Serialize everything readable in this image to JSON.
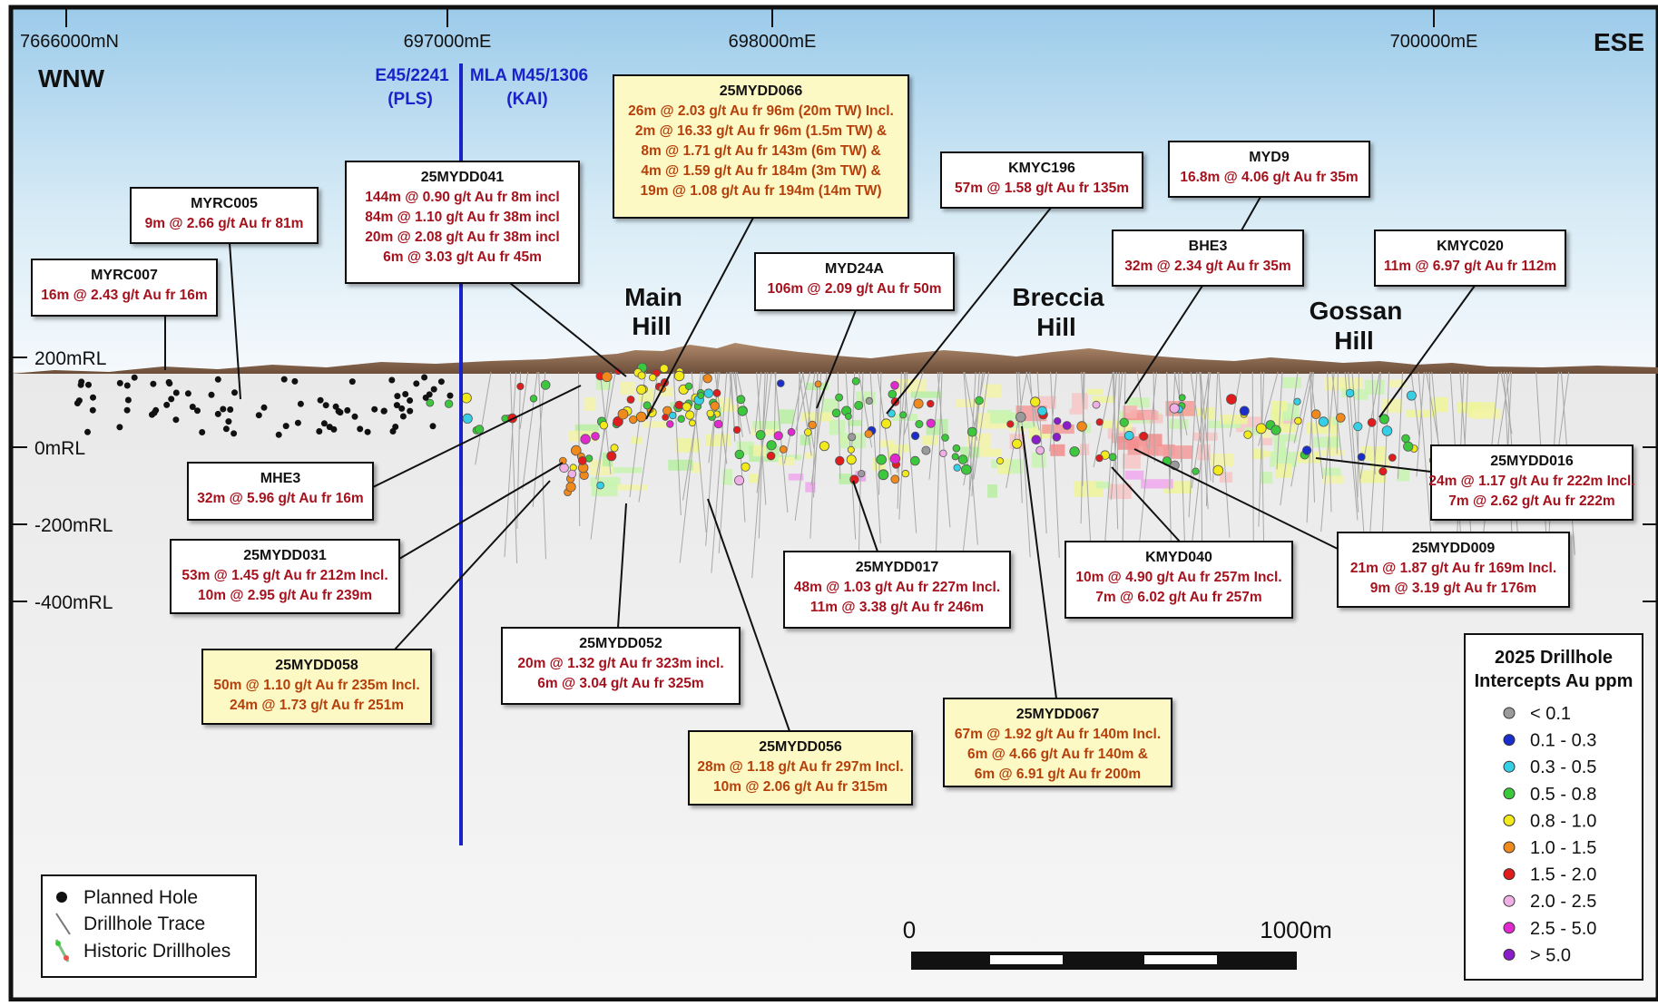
{
  "header": {
    "left_direction": "WNW",
    "right_direction": "ESE",
    "northing_label": "7666000mN",
    "easting_labels": [
      "697000mE",
      "698000mE",
      "700000mE"
    ]
  },
  "elevations": [
    "200mRL",
    "0mRL",
    "-200mRL",
    "-400mRL"
  ],
  "tenement": {
    "left_code": "E45/2241",
    "left_owner": "(PLS)",
    "right_code": "MLA M45/1306",
    "right_owner": "(KAI)"
  },
  "hills": [
    {
      "line1": "Main",
      "line2": "Hill"
    },
    {
      "line1": "Breccia",
      "line2": "Hill"
    },
    {
      "line1": "Gossan",
      "line2": "Hill"
    }
  ],
  "callouts": [
    {
      "title": "MYRC007",
      "highlight": false,
      "lines": [
        "16m @ 2.43 g/t Au fr 16m"
      ]
    },
    {
      "title": "MYRC005",
      "highlight": false,
      "lines": [
        "9m @ 2.66 g/t Au fr 81m"
      ]
    },
    {
      "title": "25MYDD041",
      "highlight": false,
      "lines": [
        "144m @ 0.90 g/t Au fr 8m incl",
        "84m @ 1.10 g/t Au fr 38m incl",
        "20m @ 2.08 g/t Au fr 38m incl",
        "6m @ 3.03 g/t Au fr 45m"
      ]
    },
    {
      "title": "25MYDD066",
      "highlight": true,
      "lines": [
        "26m @ 2.03 g/t Au fr 96m (20m TW) Incl.",
        "2m @ 16.33 g/t Au fr 96m (1.5m TW) &",
        "8m @ 1.71 g/t Au fr 143m (6m TW) &",
        "4m @ 1.59 g/t Au fr 184m (3m TW) &",
        "19m @ 1.08 g/t Au fr 194m (14m TW)"
      ]
    },
    {
      "title": "MYD24A",
      "highlight": false,
      "lines": [
        "106m @ 2.09 g/t Au fr 50m"
      ]
    },
    {
      "title": "KMYC196",
      "highlight": false,
      "lines": [
        "57m @ 1.58 g/t Au fr 135m"
      ]
    },
    {
      "title": "MYD9",
      "highlight": false,
      "lines": [
        "16.8m @ 4.06 g/t Au fr 35m"
      ]
    },
    {
      "title": "BHE3",
      "highlight": false,
      "lines": [
        "32m @ 2.34 g/t Au fr 35m"
      ]
    },
    {
      "title": "KMYC020",
      "highlight": false,
      "lines": [
        "11m @ 6.97 g/t Au fr 112m"
      ]
    },
    {
      "title": "MHE3",
      "highlight": false,
      "lines": [
        "32m @ 5.96 g/t Au fr 16m"
      ]
    },
    {
      "title": "25MYDD031",
      "highlight": false,
      "lines": [
        "53m @ 1.45 g/t Au fr 212m Incl.",
        "10m @ 2.95 g/t Au fr 239m"
      ]
    },
    {
      "title": "25MYDD058",
      "highlight": true,
      "lines": [
        "50m @ 1.10 g/t Au fr 235m Incl.",
        "24m @ 1.73 g/t Au fr 251m"
      ]
    },
    {
      "title": "25MYDD052",
      "highlight": false,
      "lines": [
        "20m @ 1.32 g/t Au fr 323m incl.",
        "6m @ 3.04 g/t Au fr 325m"
      ]
    },
    {
      "title": "25MYDD056",
      "highlight": true,
      "lines": [
        "28m @ 1.18 g/t Au fr 297m Incl.",
        "10m @ 2.06 g/t Au fr 315m"
      ]
    },
    {
      "title": "25MYDD017",
      "highlight": false,
      "lines": [
        "48m @ 1.03 g/t Au fr 227m Incl.",
        "11m @ 3.38 g/t Au fr 246m"
      ]
    },
    {
      "title": "25MYDD067",
      "highlight": true,
      "lines": [
        "67m @ 1.92 g/t Au fr 140m Incl.",
        "6m @ 4.66 g/t Au fr 140m &",
        "6m @ 6.91 g/t Au fr 200m"
      ]
    },
    {
      "title": "KMYD040",
      "highlight": false,
      "lines": [
        "10m @ 4.90 g/t Au fr 257m Incl.",
        "7m @ 6.02 g/t Au fr 257m"
      ]
    },
    {
      "title": "25MYDD009",
      "highlight": false,
      "lines": [
        "21m @ 1.87 g/t Au fr 169m Incl.",
        "9m @ 3.19 g/t Au fr 176m"
      ]
    },
    {
      "title": "25MYDD016",
      "highlight": false,
      "lines": [
        "24m @ 1.17 g/t Au fr 222m Incl.",
        "7m @ 2.62 g/t Au fr 222m"
      ]
    }
  ],
  "legend_left": {
    "items": [
      "Planned Hole",
      "Drillhole Trace",
      "Historic Drillholes"
    ]
  },
  "legend_right": {
    "title_line1": "2025 Drillhole",
    "title_line2": "Intercepts Au ppm",
    "items": [
      {
        "label": "< 0.1",
        "color": "#9a9a9a"
      },
      {
        "label": "0.1 - 0.3",
        "color": "#1a2ecc"
      },
      {
        "label": "0.3 - 0.5",
        "color": "#36d0e6"
      },
      {
        "label": "0.5 - 0.8",
        "color": "#3cc83c"
      },
      {
        "label": "0.8 - 1.0",
        "color": "#f2ea1c"
      },
      {
        "label": "1.0 - 1.5",
        "color": "#f08a1c"
      },
      {
        "label": "1.5 - 2.0",
        "color": "#e01c1c"
      },
      {
        "label": "2.0 - 2.5",
        "color": "#f0b0e6"
      },
      {
        "label": "2.5 - 5.0",
        "color": "#e02ad0"
      },
      {
        "label": "> 5.0",
        "color": "#8a1ccc"
      }
    ]
  },
  "scale_bar": {
    "start": "0",
    "end": "1000m"
  }
}
